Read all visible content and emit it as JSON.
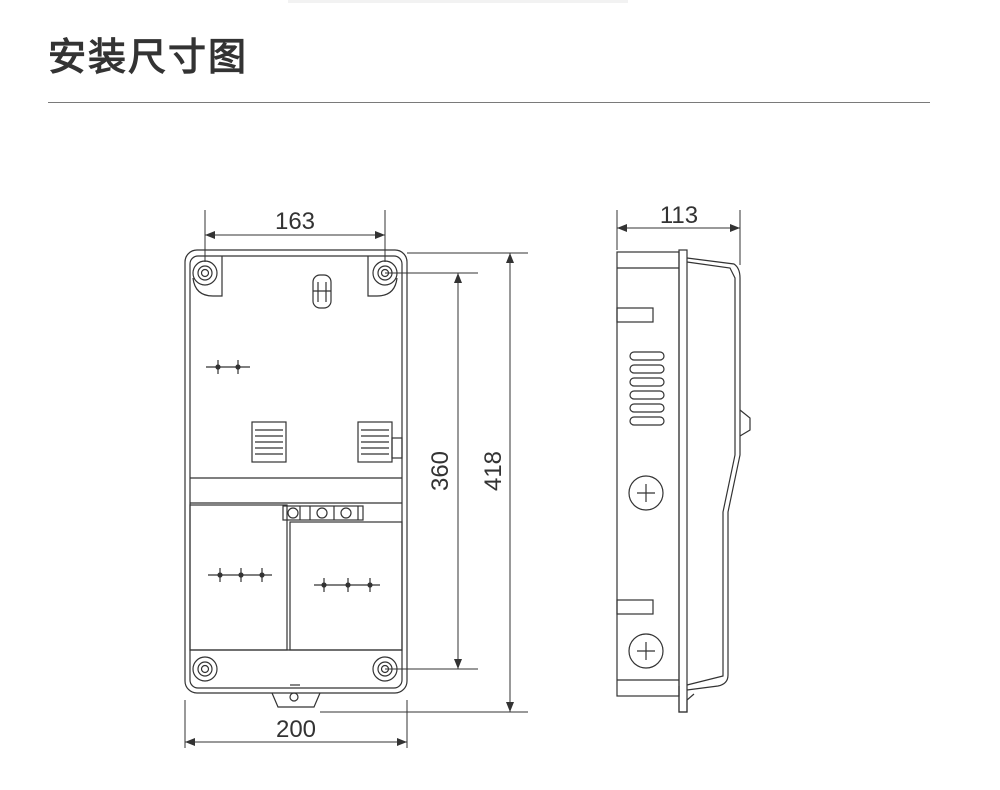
{
  "header": {
    "title": "安装尺寸图"
  },
  "dimensions": {
    "front_top_width": "163",
    "front_bottom_width": "200",
    "hole_spacing_height": "360",
    "total_height": "418",
    "side_depth": "113"
  }
}
